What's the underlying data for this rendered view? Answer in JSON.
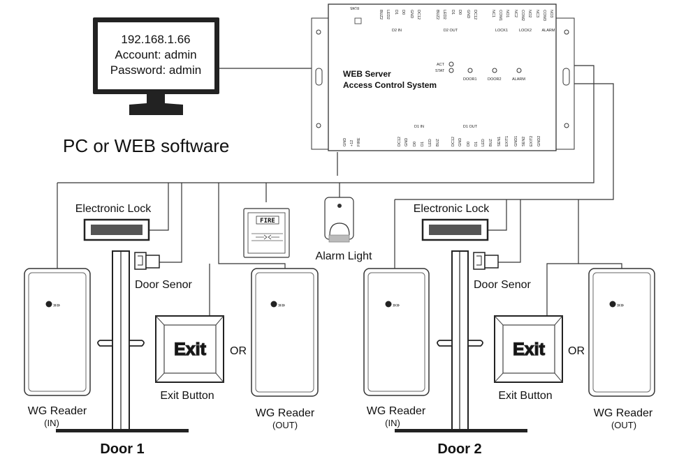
{
  "pc": {
    "ip": "192.168.1.66",
    "account": "Account: admin",
    "password": "Password: admin",
    "caption": "PC or WEB software"
  },
  "controller": {
    "title_line1": "WEB Server",
    "title_line2": "Access Control System",
    "act": "ACT",
    "stat": "STAT",
    "door1": "DOOR1",
    "door2": "DOOR2",
    "alarm": "ALARM",
    "rj45": "RJ45",
    "top_pins": [
      "BUZ2",
      "LED2",
      "D1",
      "D0",
      "GND",
      "DC12",
      "BUZ2",
      "LED2",
      "D1",
      "D0",
      "GND",
      "DC12",
      "NC1",
      "COM1",
      "NO1",
      "NC2",
      "COM2",
      "NO2",
      "NC3",
      "COM3",
      "NO3"
    ],
    "top_groups": [
      "D2 IN",
      "D2 OUT",
      "LOCK1",
      "LOCK2",
      "ALARM"
    ],
    "bottom_left_pins": [
      "GND",
      "+12",
      "FIRE"
    ],
    "bottom_pins": [
      "DC12",
      "GND",
      "D0",
      "D1",
      "LED",
      "BUZ",
      "DC12",
      "GND",
      "D0",
      "D1",
      "LED",
      "BUZ",
      "SEN1",
      "EXIT1",
      "GND1",
      "SEN2",
      "EXIT2",
      "GND2"
    ],
    "bottom_groups": [
      "D1 IN",
      "D1 OUT"
    ]
  },
  "devices": {
    "fire_label": "FIRE",
    "alarm_light": "Alarm Light",
    "electronic_lock_1": "Electronic Lock",
    "electronic_lock_2": "Electronic Lock",
    "door_sensor_1": "Door Senor",
    "door_sensor_2": "Door Senor",
    "exit_text_1": "Exit",
    "exit_text_2": "Exit",
    "exit_button_1": "Exit Button",
    "exit_button_2": "Exit Button",
    "or_1": "OR",
    "or_2": "OR",
    "reader_in_1": "WG Reader",
    "reader_in_1_sub": "(IN)",
    "reader_out_1": "WG Reader",
    "reader_out_1_sub": "(OUT)",
    "reader_in_2": "WG Reader",
    "reader_in_2_sub": "(IN)",
    "reader_out_2": "WG Reader",
    "reader_out_2_sub": "(OUT)",
    "door_1": "Door 1",
    "door_2": "Door 2"
  }
}
